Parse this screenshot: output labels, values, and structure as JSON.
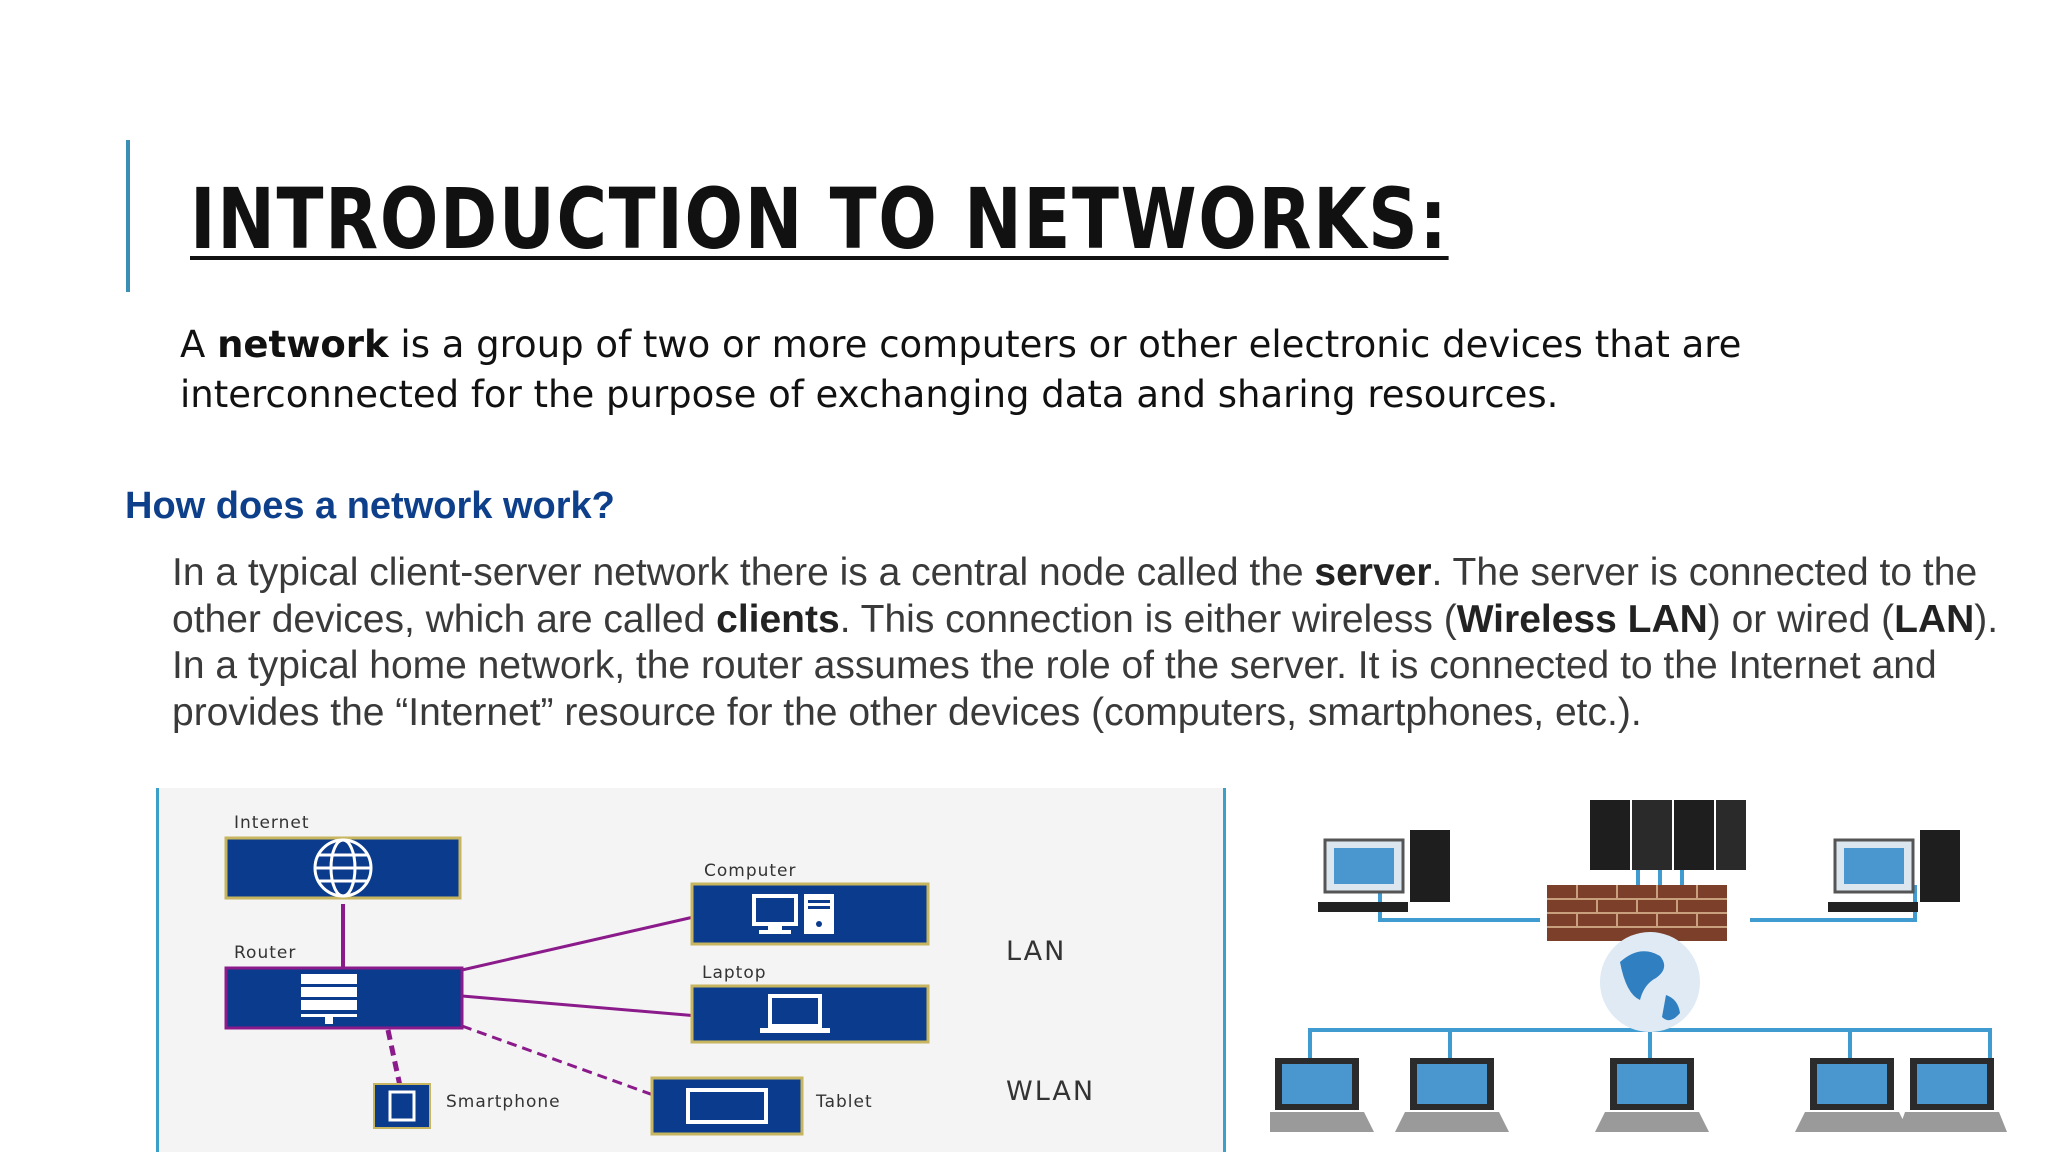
{
  "slide": {
    "title": "INTRODUCTION TO NETWORKS:",
    "definition": {
      "prefix": "A ",
      "term": "network",
      "rest": " is a group of two or more computers or other electronic devices that are interconnected for the purpose of exchanging data and sharing resources."
    },
    "subheading": "How does a network work?",
    "paragraph1": {
      "t1": "In a typical client-server network there is a central node called the ",
      "b1": "server",
      "t2": ". The server is connected to the other devices, which are called ",
      "b2": "clients",
      "t3": ". This connection is either wireless (",
      "b3": "Wireless LAN",
      "t4": ") or wired (",
      "b4": "LAN",
      "t5": ")."
    },
    "paragraph2": "In a typical home network, the router assumes the role of the server. It is connected to the Internet and provides the “Internet” resource for the other devices (computers, smartphones, etc.)."
  },
  "diagram": {
    "labels": {
      "internet": "Internet",
      "router": "Router",
      "computer": "Computer",
      "laptop": "Laptop",
      "smartphone": "Smartphone",
      "tablet": "Tablet",
      "lan": "LAN",
      "wlan": "WLAN"
    },
    "icons": [
      "globe-icon",
      "router-icon",
      "computer-icon",
      "laptop-icon",
      "smartphone-icon",
      "tablet-icon"
    ],
    "colors": {
      "box": "#0b3b8c",
      "box_border": "#c8b560",
      "wired_link": "#8b1a8b"
    }
  },
  "topology_image": {
    "icons": [
      "server-rack-icon",
      "firewall-icon",
      "globe-icon",
      "desktop-computer-icon",
      "laptop-icon"
    ]
  }
}
